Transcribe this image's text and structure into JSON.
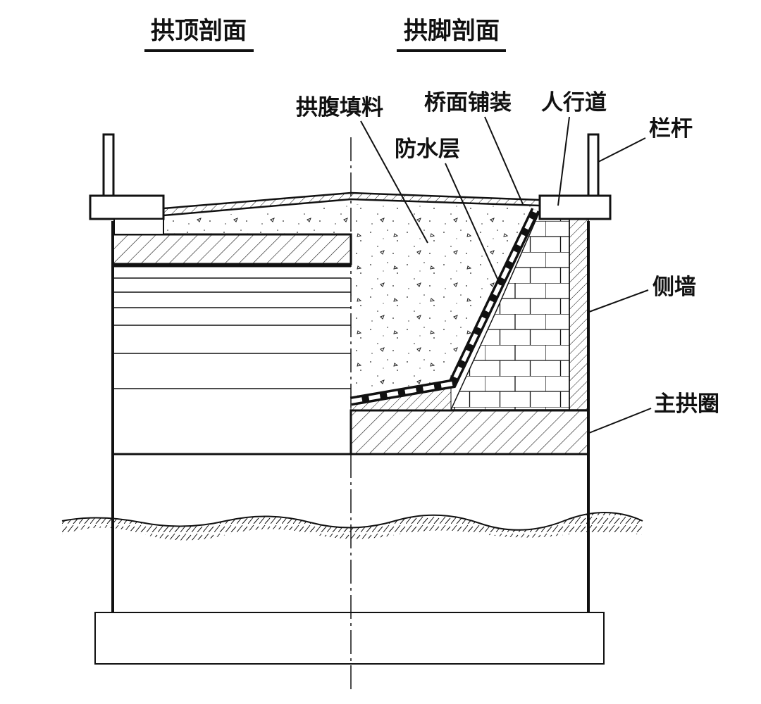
{
  "titles": {
    "crown_section": "拱顶剖面",
    "springing_section": "拱脚剖面"
  },
  "labels": {
    "spandrel_fill": "拱腹填料",
    "deck_pavement": "桥面铺装",
    "sidewalk": "人行道",
    "railing": "栏杆",
    "waterproof_layer": "防水层",
    "side_wall": "侧墙",
    "main_arch_ring": "主拱圈"
  },
  "colors": {
    "line": "#111111",
    "background": "#ffffff"
  }
}
